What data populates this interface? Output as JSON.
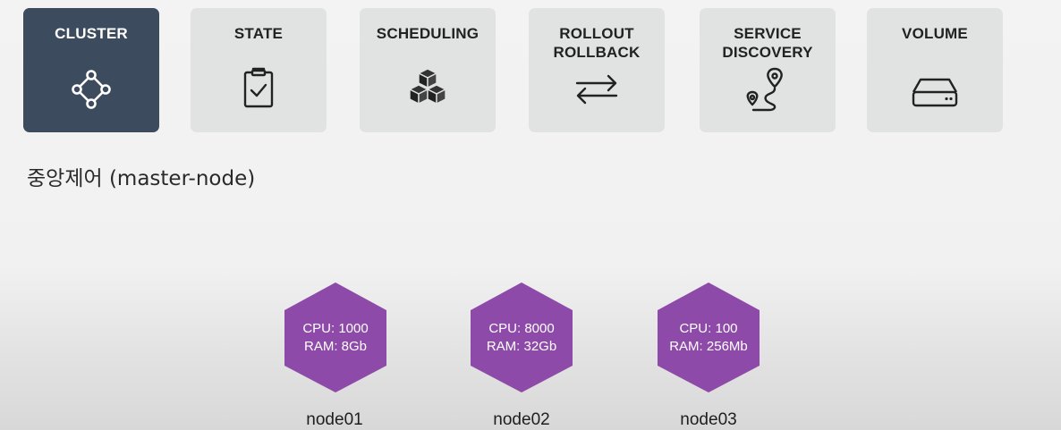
{
  "colors": {
    "active_tile": "#3c4b5d",
    "inactive_tile": "#e1e2e2",
    "hexagon": "#8e4aa8"
  },
  "tiles": [
    {
      "label": "CLUSTER",
      "icon": "cluster-nodes-icon",
      "active": true
    },
    {
      "label": "STATE",
      "icon": "clipboard-check-icon",
      "active": false
    },
    {
      "label": "SCHEDULING",
      "icon": "boxes-icon",
      "active": false
    },
    {
      "label": "ROLLOUT\nROLLBACK",
      "icon": "swap-arrows-icon",
      "active": false
    },
    {
      "label": "SERVICE\nDISCOVERY",
      "icon": "route-pin-icon",
      "active": false
    },
    {
      "label": "VOLUME",
      "icon": "hard-drive-icon",
      "active": false
    }
  ],
  "heading": "중앙제어 (master-node)",
  "nodes": [
    {
      "cpu": "CPU: 1000",
      "ram": "RAM: 8Gb",
      "name": "node01"
    },
    {
      "cpu": "CPU: 8000",
      "ram": "RAM: 32Gb",
      "name": "node02"
    },
    {
      "cpu": "CPU: 100",
      "ram": "RAM: 256Mb",
      "name": "node03"
    }
  ]
}
